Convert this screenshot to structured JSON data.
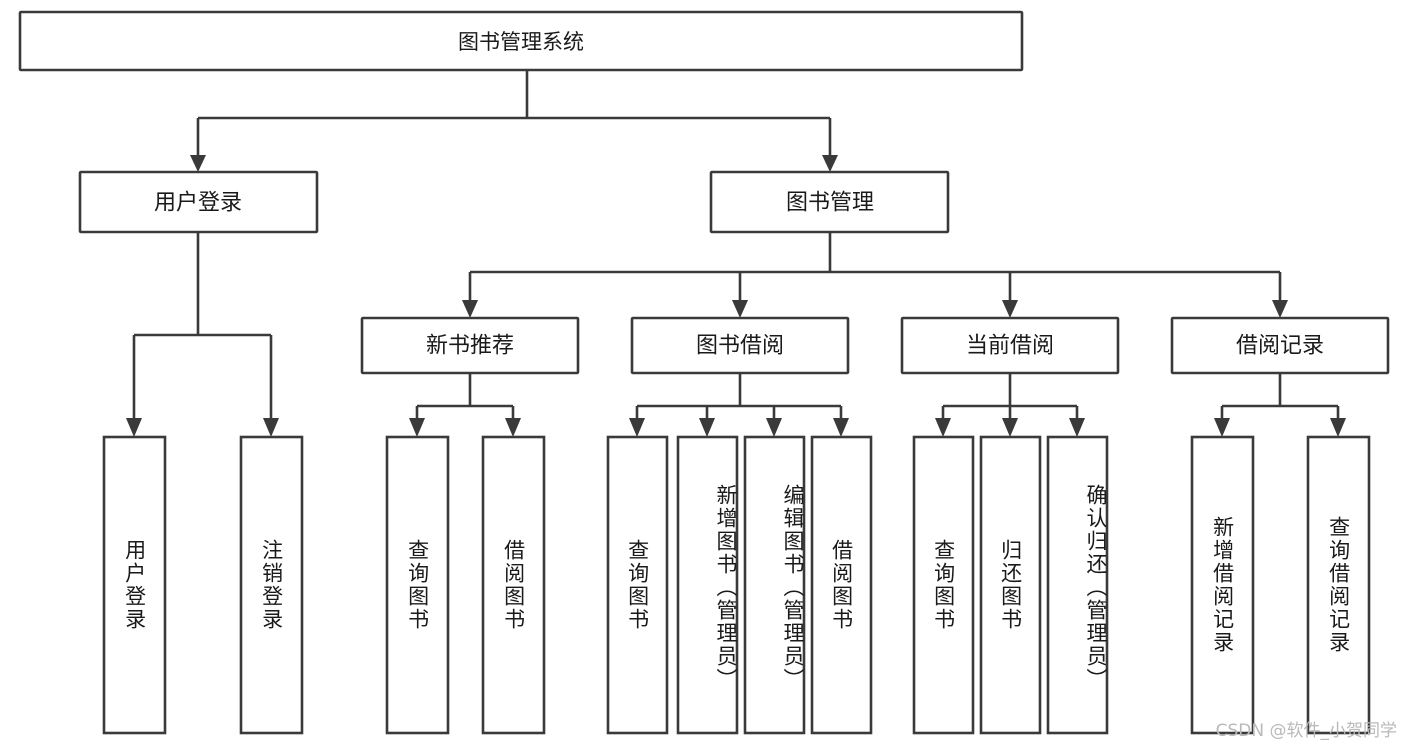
{
  "diagram": {
    "type": "tree",
    "title": "图书管理系统",
    "root": {
      "label": "图书管理系统"
    },
    "level2": [
      {
        "label": "用户登录"
      },
      {
        "label": "图书管理"
      }
    ],
    "level3": [
      {
        "label": "新书推荐"
      },
      {
        "label": "图书借阅"
      },
      {
        "label": "当前借阅"
      },
      {
        "label": "借阅记录"
      }
    ],
    "leaves": {
      "user_login": [
        {
          "label": "用户登录"
        },
        {
          "label": "注销登录"
        }
      ],
      "new_book": [
        {
          "label": "查询图书"
        },
        {
          "label": "借阅图书"
        }
      ],
      "book_borrow": [
        {
          "label": "查询图书"
        },
        {
          "label": "新增图书（管理员）"
        },
        {
          "label": "编辑图书（管理员）"
        },
        {
          "label": "借阅图书"
        }
      ],
      "current_borrow": [
        {
          "label": "查询图书"
        },
        {
          "label": "归还图书"
        },
        {
          "label": "确认归还（管理员）"
        }
      ],
      "borrow_record": [
        {
          "label": "新增借阅记录"
        },
        {
          "label": "查询借阅记录"
        }
      ]
    }
  },
  "watermark": {
    "text": "CSDN @软件_小贺同学"
  },
  "colors": {
    "stroke": "#3a3a3a",
    "fill": "#ffffff",
    "text": "#1a1a1a",
    "watermark": "#b9b9b9"
  }
}
